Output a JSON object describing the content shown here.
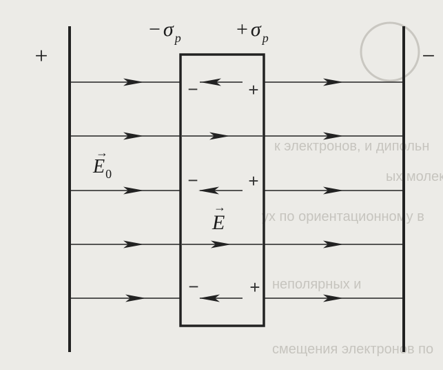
{
  "plate_charges": {
    "left": "+",
    "right": "−"
  },
  "surface_charges": {
    "negative_sign": "−",
    "negative_symbol": "σ",
    "negative_subscript": "p",
    "positive_sign": "+",
    "positive_symbol": "σ",
    "positive_subscript": "p"
  },
  "external_field": {
    "symbol": "E",
    "subscript": "0",
    "arrow": "→"
  },
  "internal_field": {
    "symbol": "E",
    "arrow": "→"
  },
  "induced_charges": {
    "negative": "−",
    "positive": "+"
  },
  "colors": {
    "ink": "#222222",
    "background": "#ecebe7",
    "bleed_through": "#bdbbb5"
  },
  "bleed_through_text": [
    "к электронов, и дипольн",
    "ых молекул в",
    "ух по ориентационному в",
    "неполярных и",
    "смещения электронов по"
  ]
}
